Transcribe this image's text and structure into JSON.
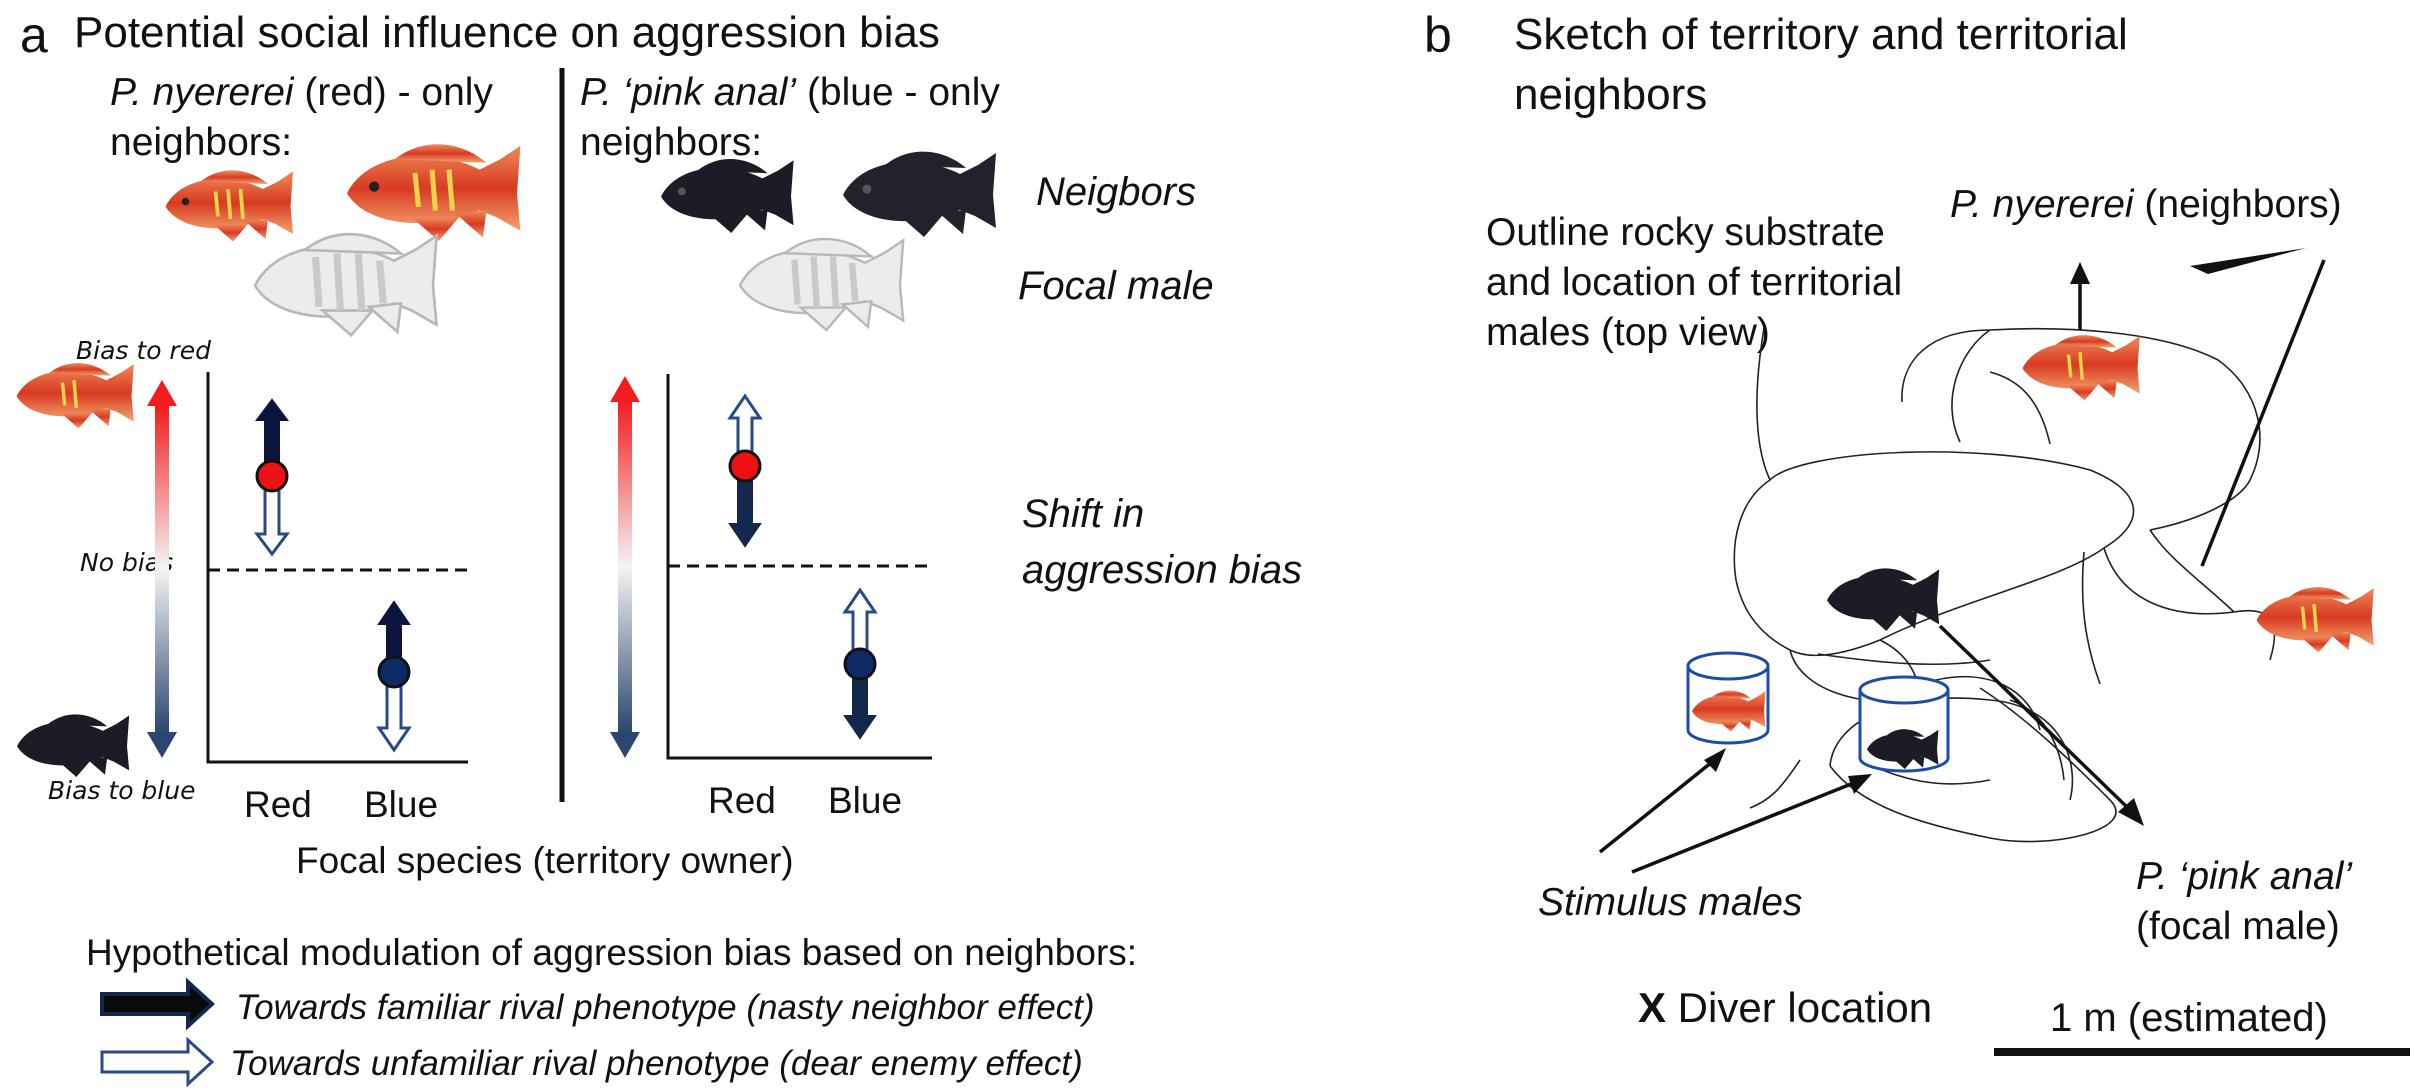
{
  "panel_a": {
    "letter": "a",
    "title": "Potential social influence on aggression bias",
    "left_head_species": "P. nyererei",
    "left_head_rest": " (red) - only",
    "left_head_line2": "neighbors:",
    "right_head_species": "P. ‘pink anal’",
    "right_head_rest": " (blue - only",
    "right_head_line2": "neighbors:",
    "neighbors_label": "Neigbors",
    "focal_label": "Focal male",
    "shift_line1": "Shift in",
    "shift_line2": "aggression bias",
    "bias_red": "Bias to red",
    "no_bias": "No bias",
    "bias_blue": "Bias to blue",
    "x_categories": [
      "Red",
      "Blue"
    ],
    "x_axis_label": "Focal species (territory owner)",
    "legend_title": "Hypothetical modulation of aggression bias based on neighbors:",
    "legend_items": [
      {
        "label": "Towards familiar rival phenotype (nasty neighbor effect)",
        "style": "filled"
      },
      {
        "label": "Towards unfamiliar rival phenotype (dear enemy effect)",
        "style": "hollow"
      }
    ]
  },
  "panel_b": {
    "letter": "b",
    "title_line1": "Sketch of territory and territorial",
    "title_line2": "neighbors",
    "outline_line1": "Outline rocky substrate",
    "outline_line2": "and location of territorial",
    "outline_line3": "males (top view)",
    "nyererei_species": "P. nyererei",
    "nyererei_rest": " (neighbors)",
    "pink_line1": "P. ‘pink anal’",
    "pink_line2": "(focal male)",
    "stimulus": "Stimulus males",
    "diver_mark": "X",
    "diver": " Diver location",
    "scale": "1 m (estimated)"
  },
  "colors": {
    "red_fish": "#e0552e",
    "blue_fish": "#1c1c26",
    "red_point": "#ee1111",
    "blue_point": "#0c2a66",
    "navy": "#14284e"
  }
}
